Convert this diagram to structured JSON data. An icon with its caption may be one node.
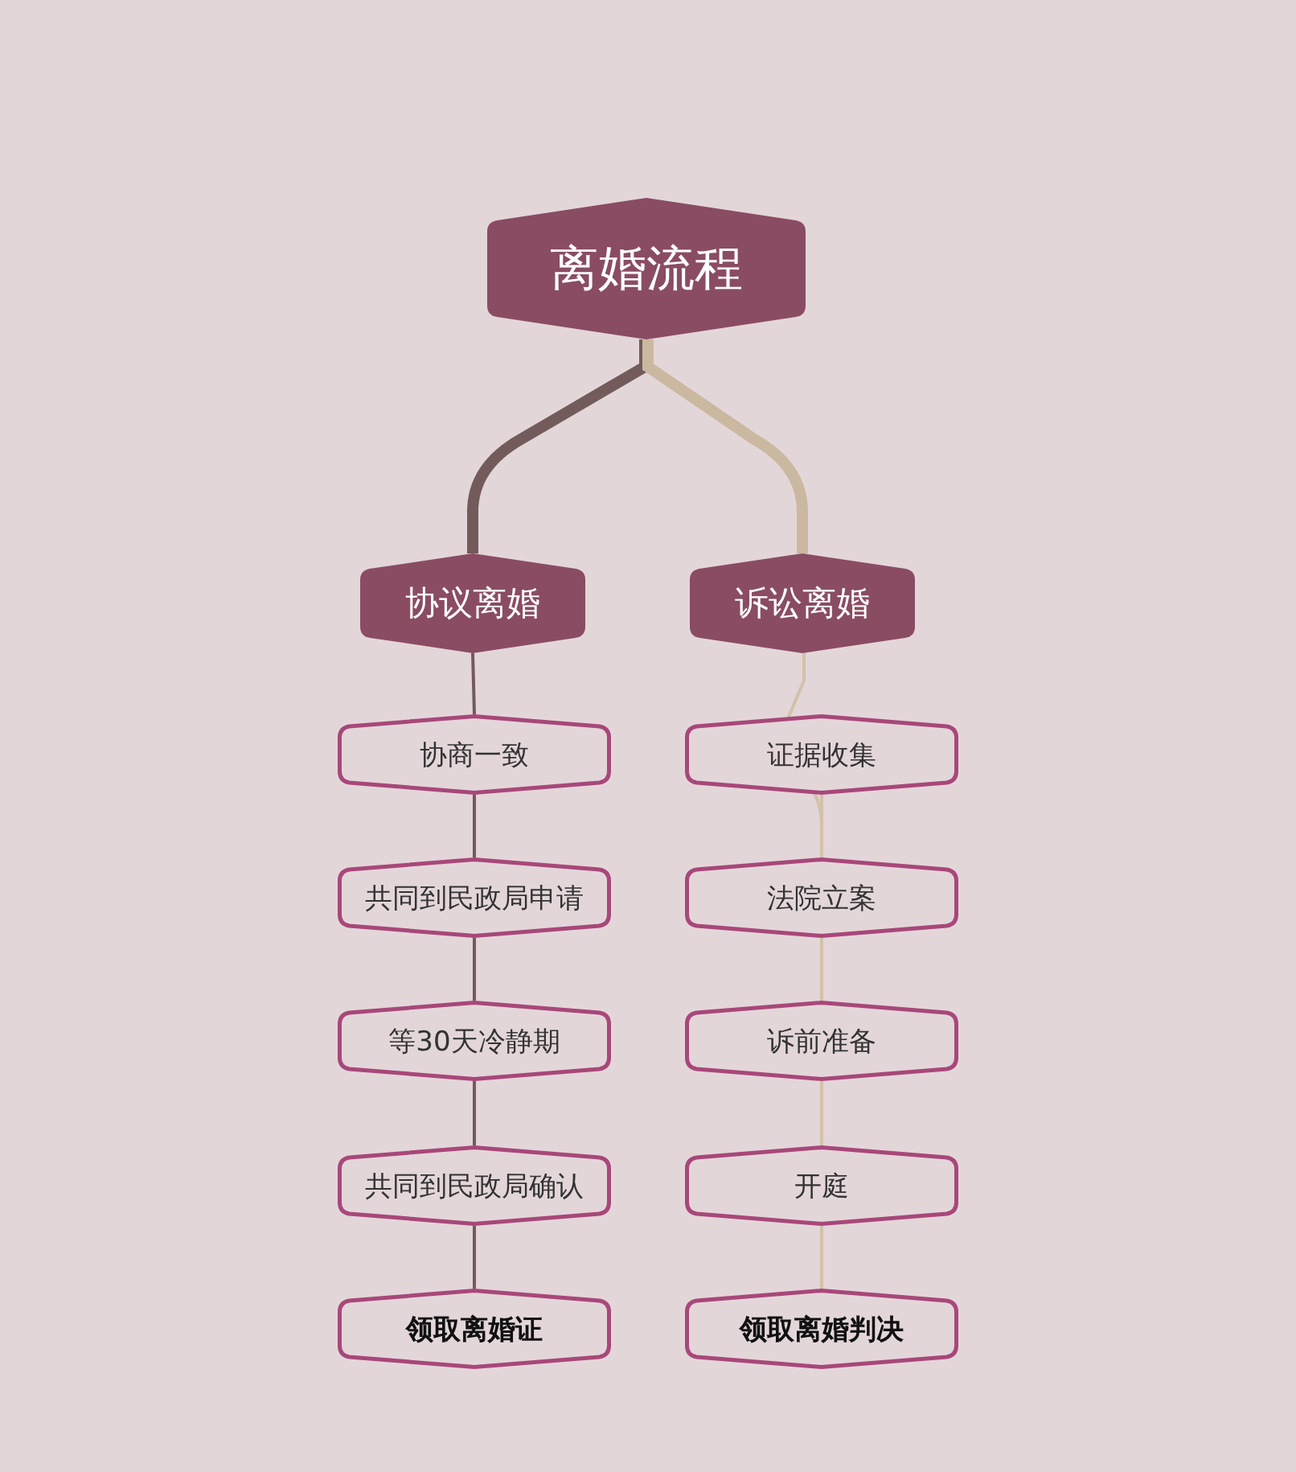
{
  "diagram": {
    "nodes": [
      {
        "text": [
          "离婚流程"
        ]
      },
      {
        "text": [
          "协议离婚"
        ]
      },
      {
        "text": [
          "诉讼离婚"
        ]
      },
      {
        "text": [
          "协商一致"
        ]
      },
      {
        "text": [
          "共同到民政局申请"
        ]
      },
      {
        "text": [
          "等30天冷静期"
        ]
      },
      {
        "text": [
          "共同到民政局确认"
        ]
      },
      {
        "text": [
          "领取离婚证"
        ]
      },
      {
        "text": [
          "证据收集"
        ]
      },
      {
        "text": [
          "法院立案"
        ]
      },
      {
        "text": [
          "诉前准备"
        ]
      },
      {
        "text": [
          "开庭"
        ]
      },
      {
        "text": [
          "领取离婚判决"
        ]
      }
    ],
    "edges": [
      {
        "from": 0,
        "to": 1,
        "arrow": "none",
        "style": "thick",
        "color": "#735b5b"
      },
      {
        "from": 0,
        "to": 2,
        "arrow": "none",
        "style": "thick",
        "color": "#cbb8a0"
      },
      {
        "from": 1,
        "to": 3,
        "arrow": "none",
        "color": "#735b5b"
      },
      {
        "from": 3,
        "to": 4,
        "arrow": "none",
        "color": "#735b5b"
      },
      {
        "from": 4,
        "to": 5,
        "arrow": "none",
        "color": "#735b5b"
      },
      {
        "from": 5,
        "to": 6,
        "arrow": "none",
        "color": "#735b5b"
      },
      {
        "from": 6,
        "to": 7,
        "arrow": "none",
        "color": "#735b5b"
      },
      {
        "from": 2,
        "to": 8,
        "arrow": "none",
        "color": "#d2c2ab"
      },
      {
        "from": 8,
        "to": 9,
        "arrow": "none",
        "color": "#d2c2ab"
      },
      {
        "from": 9,
        "to": 10,
        "arrow": "none",
        "color": "#d2c2ab"
      },
      {
        "from": 10,
        "to": 11,
        "arrow": "none",
        "color": "#d2c2ab"
      },
      {
        "from": 11,
        "to": 12,
        "arrow": "none",
        "color": "#d2c2ab"
      }
    ]
  }
}
